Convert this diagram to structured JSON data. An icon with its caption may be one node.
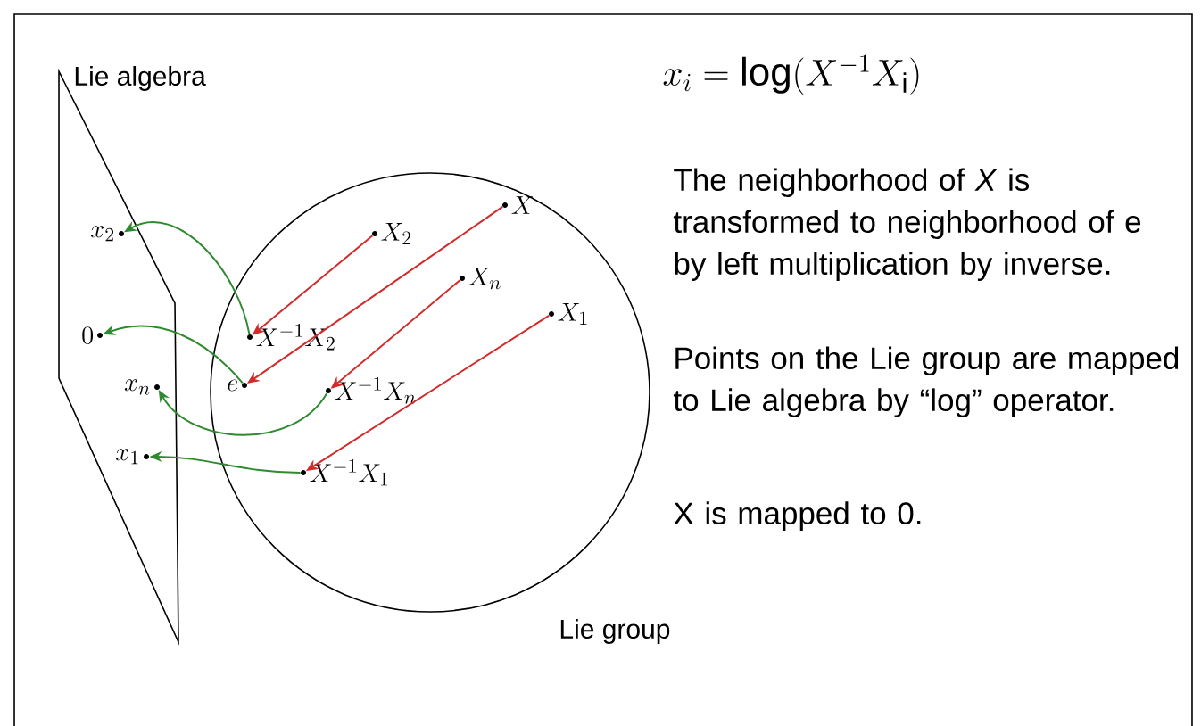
{
  "diagram": {
    "nodes": [
      {
        "text": [
          "Lie algebra"
        ]
      },
      {
        "text": [
          "Lie group"
        ]
      },
      {
        "text": [
          "X"
        ],
        "in": 1
      },
      {
        "text": [
          "X_2"
        ],
        "in": 1
      },
      {
        "text": [
          "X_n"
        ],
        "in": 1
      },
      {
        "text": [
          "X_1"
        ],
        "in": 1
      },
      {
        "text": [
          "X^{-1}X_2"
        ],
        "in": 1
      },
      {
        "text": [
          "e"
        ],
        "in": 1
      },
      {
        "text": [
          "X^{-1}X_n"
        ],
        "in": 1
      },
      {
        "text": [
          "X^{-1}X_1"
        ],
        "in": 1
      },
      {
        "text": [
          "x_2"
        ],
        "in": 0
      },
      {
        "text": [
          "0"
        ],
        "in": 0
      },
      {
        "text": [
          "x_n"
        ],
        "in": 0
      },
      {
        "text": [
          "x_1"
        ],
        "in": 0
      }
    ],
    "edges": [
      {
        "from": 3,
        "to": 6,
        "arrow": "to",
        "color": "#d42a2a"
      },
      {
        "from": 2,
        "to": 7,
        "arrow": "to",
        "color": "#d42a2a"
      },
      {
        "from": 4,
        "to": 8,
        "arrow": "to",
        "color": "#d42a2a"
      },
      {
        "from": 5,
        "to": 9,
        "arrow": "to",
        "color": "#d42a2a"
      },
      {
        "from": 6,
        "to": 10,
        "arrow": "to",
        "color": "#2f8a2f"
      },
      {
        "from": 7,
        "to": 11,
        "arrow": "to",
        "color": "#2f8a2f"
      },
      {
        "from": 8,
        "to": 12,
        "arrow": "to",
        "color": "#2f8a2f"
      },
      {
        "from": 9,
        "to": 13,
        "arrow": "to",
        "color": "#2f8a2f"
      }
    ],
    "labels": [
      "x_i = \\log(X^{-1}X_\\mathrm{i})",
      "The neighborhood of *X* is transformed to neighborhood of e by left multiplication by inverse.",
      "Points on the Lie group are mapped to Lie algebra by “log” operator.",
      "X is mapped to 0."
    ]
  }
}
